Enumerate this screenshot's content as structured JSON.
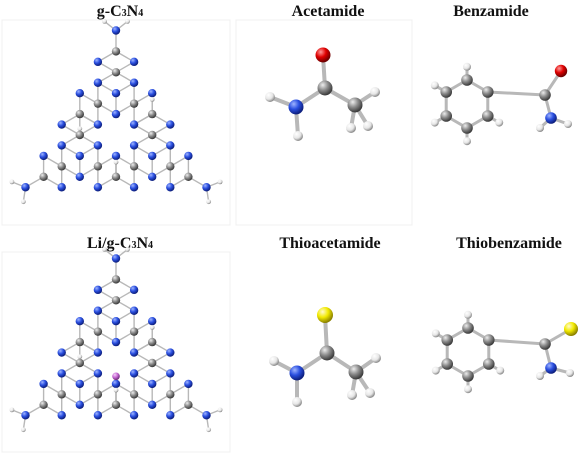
{
  "labels": {
    "gc3n4": {
      "p1": "g-C",
      "sub1": "3",
      "p2": "N",
      "sub2": "4"
    },
    "li_gc3n4": {
      "p1": "Li/g-C",
      "sub1": "3",
      "p2": "N",
      "sub2": "4"
    },
    "acetamide": "Acetamide",
    "benzamide": "Benzamide",
    "thioacetamide": "Thioacetamide",
    "thiobenzamide": "Thiobenzamide"
  },
  "colors": {
    "carbon": "#8c8c8c",
    "nitrogen": "#2a4fe0",
    "hydrogen": "#e6e6e6",
    "oxygen": "#e00000",
    "sulfur": "#f2ea00",
    "lithium": "#c86bd6",
    "bond": "#bdbdbd",
    "frame": "#f0f0f0"
  }
}
